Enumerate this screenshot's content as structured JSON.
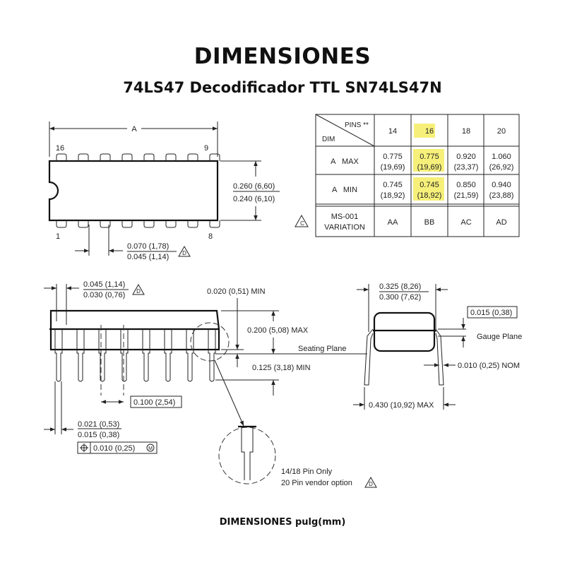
{
  "title": "DIMENSIONES",
  "subtitle": "74LS47 Decodificador TTL SN74LS47N",
  "footer": "DIMENSIONES pulg(mm)",
  "top_view": {
    "dim_a": "A",
    "pin_16": "16",
    "pin_9": "9",
    "pin_1": "1",
    "pin_8": "8",
    "width_max": "0.260 (6,60)",
    "width_min": "0.240 (6,10)",
    "pin_w_max": "0.070 (1,78)",
    "pin_w_min": "0.045 (1,14)",
    "note_d": "D"
  },
  "table": {
    "pins_label": "PINS **",
    "dim_label": "DIM",
    "columns": [
      "14",
      "16",
      "18",
      "20"
    ],
    "highlight_col": 1,
    "rows": [
      {
        "label": "A   MAX",
        "values": [
          [
            "0.775",
            "(19,69)"
          ],
          [
            "0.775",
            "(19,69)"
          ],
          [
            "0.920",
            "(23,37)"
          ],
          [
            "1.060",
            "(26,92)"
          ]
        ]
      },
      {
        "label": "A   MIN",
        "values": [
          [
            "0.745",
            "(18,92)"
          ],
          [
            "0.745",
            "(18,92)"
          ],
          [
            "0.850",
            "(21,59)"
          ],
          [
            "0.940",
            "(23,88)"
          ]
        ]
      }
    ],
    "variation_label": [
      "MS-001",
      "VARIATION"
    ],
    "variation": [
      "AA",
      "BB",
      "AC",
      "AD"
    ],
    "note_c": "C",
    "highlight_color": "#f6f07a"
  },
  "side_view": {
    "lead_max": "0.045 (1,14)",
    "lead_min": "0.030 (0,76)",
    "note_d": "D",
    "standoff": "0.020 (0,51) MIN",
    "height": "0.200 (5,08) MAX",
    "seating": "Seating Plane",
    "pin_len": "0.125 (3,18) MIN",
    "pitch": "0.100 (2,54)",
    "pin_t_max": "0.021 (0,53)",
    "pin_t_min": "0.015 (0,38)",
    "tolerance": "0.010 (0,25)",
    "tol_m": "M"
  },
  "end_view": {
    "w_max": "0.325 (8,26)",
    "w_min": "0.300 (7,62)",
    "thick": "0.015 (0,38)",
    "gauge": "Gauge Plane",
    "lead_t": "0.010 (0,25) NOM",
    "span": "0.430 (10,92) MAX"
  },
  "detail": {
    "line1": "14/18 Pin Only",
    "line2": "20 Pin vendor option",
    "note_d": "D"
  }
}
